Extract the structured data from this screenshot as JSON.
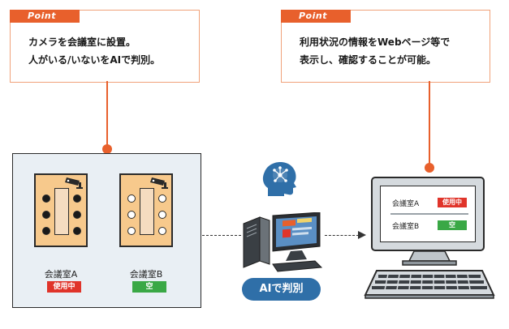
{
  "point_left": {
    "tag": "Point",
    "line1": "カメラを会議室に設置。",
    "line2": "人がいる/いないをAIで判別。"
  },
  "point_right": {
    "tag": "Point",
    "line1": "利用状況の情報をWebページ等で",
    "line2": "表示し、確認することが可能。"
  },
  "rooms": [
    {
      "name": "会議室A",
      "status": "使用中",
      "status_color": "#e0342a",
      "seats_occupied": 6,
      "seats_total": 6
    },
    {
      "name": "会議室B",
      "status": "空",
      "status_color": "#3aa845",
      "seats_occupied": 0,
      "seats_total": 6
    }
  ],
  "ai_label": "AIで判別",
  "monitor": {
    "rows": [
      {
        "name": "会議室A",
        "status": "使用中",
        "status_color": "#e0342a"
      },
      {
        "name": "会議室B",
        "status": "空",
        "status_color": "#3aa845"
      }
    ]
  },
  "colors": {
    "accent": "#e8602c",
    "ai_blue": "#2f6fa8",
    "panel_bg": "#e9eff4",
    "room_fill": "#f7c98c"
  }
}
